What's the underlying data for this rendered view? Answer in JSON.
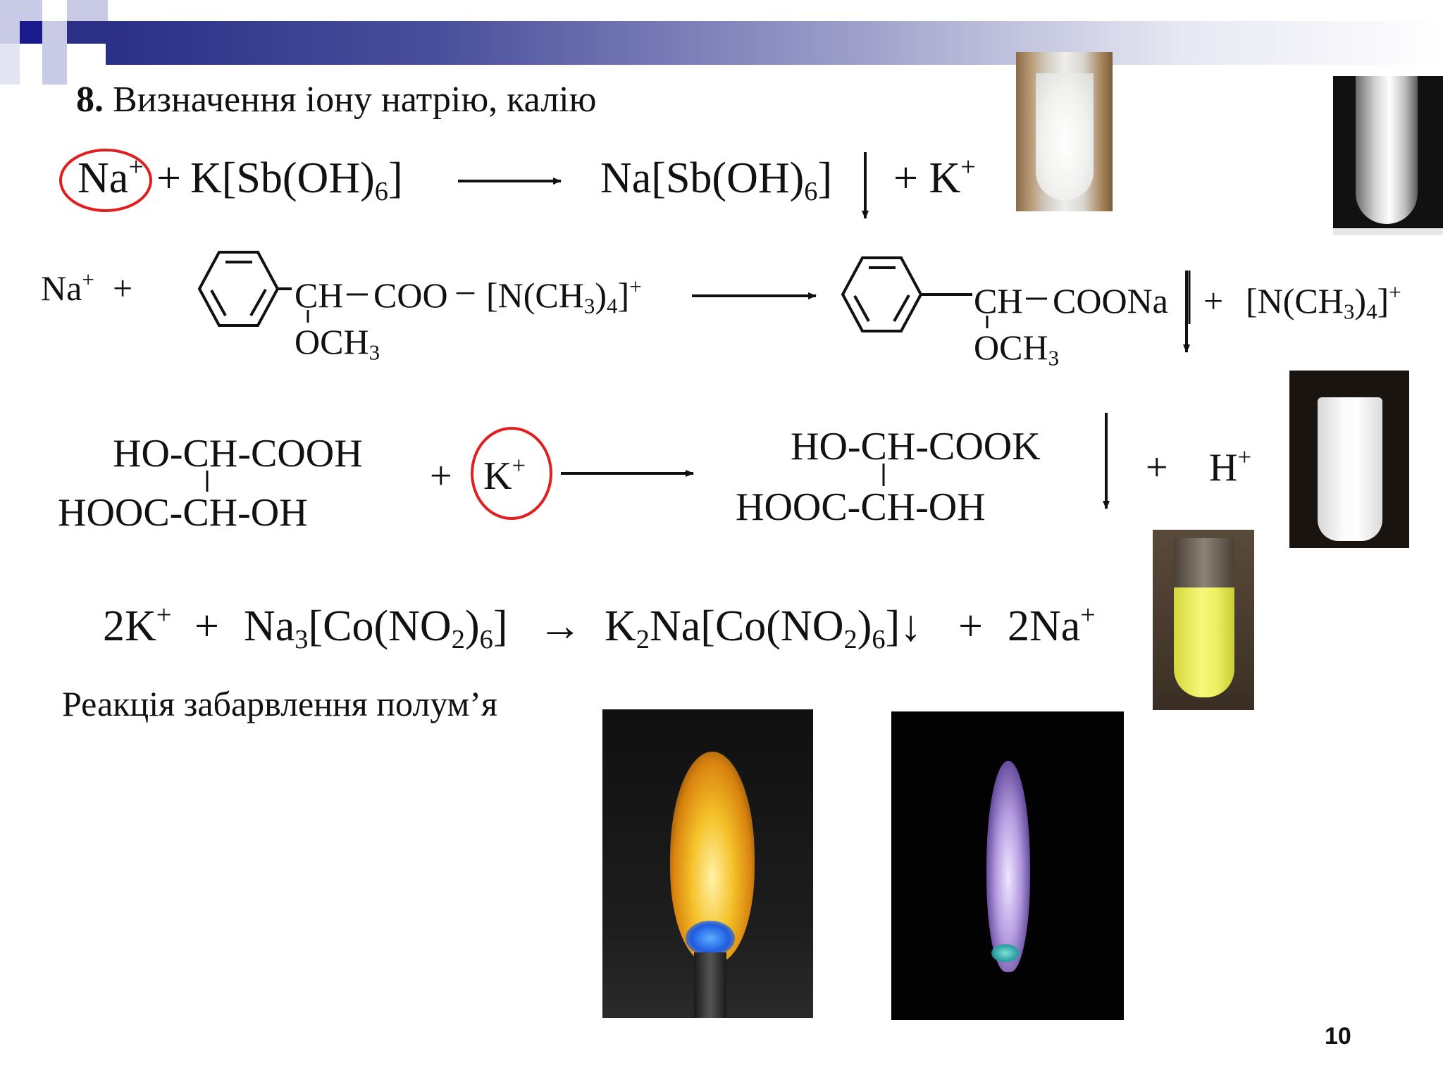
{
  "slide": {
    "heading_number": "8.",
    "heading_text": " Визначення іону натрію, калію",
    "page_number": "10",
    "flame_label": "Реакція забарвлення полум’я"
  },
  "eq1": {
    "na": "Na",
    "plus_sup": "+",
    "plus": "+",
    "reagent": "K[Sb(OH)",
    "reagent_sub": "6",
    "reagent_close": "]",
    "product": "Na[Sb(OH)",
    "product_sub": "6",
    "product_close": "]",
    "byproduct": "+ K",
    "byproduct_sup": "+"
  },
  "eq2": {
    "na": "Na",
    "na_sup": "+",
    "plus": "+",
    "ch": "CH",
    "coo": "COO",
    "minus": "–",
    "cation": "[N(CH",
    "cation_sub1": "3",
    "cation_mid": ")",
    "cation_sub2": "4",
    "cation_close": "]",
    "cation_sup": "+",
    "och": "OCH",
    "och_sub": "3",
    "p_ch": "CH",
    "p_coona": "COONa",
    "p_plus": "+",
    "p_cation": "[N(CH",
    "p_cation_sub1": "3",
    "p_cation_mid": ")",
    "p_cation_sub2": "4",
    "p_cation_close": "]",
    "p_cation_sup": "+",
    "p_och": "OCH",
    "p_och_sub": "3"
  },
  "eq3": {
    "r_top": "HO-CH-COOH",
    "r_bottom": "HOOC-CH-OH",
    "plus": "+",
    "k": "K",
    "k_sup": "+",
    "p_top": "HO-CH-COOK",
    "p_bottom": "HOOC-CH-OH",
    "plus2": "+",
    "h": "H",
    "h_sup": "+"
  },
  "eq4": {
    "coef_k": "2K",
    "k_sup": "+",
    "plus1": "+",
    "reagent": "Na",
    "reagent_sub1": "3",
    "reagent_mid": "[Co(NO",
    "reagent_sub2": "2",
    "reagent_mid2": ")",
    "reagent_sub3": "6",
    "reagent_close": "]",
    "arrow": "→",
    "product": "K",
    "product_sub1": "2",
    "product_mid": "Na[Co(NO",
    "product_sub2": "2",
    "product_mid2": ")",
    "product_sub3": "6",
    "product_close": "]↓",
    "plus2": "+",
    "coef_na": "2Na",
    "na_sup": "+"
  },
  "colors": {
    "header_bar": "#2b2f86",
    "highlight_circle": "#e02020",
    "yellow_precipitate": "#f3f56a",
    "sodium_flame": "#f5b51c",
    "potassium_flame": "#b59be0"
  }
}
